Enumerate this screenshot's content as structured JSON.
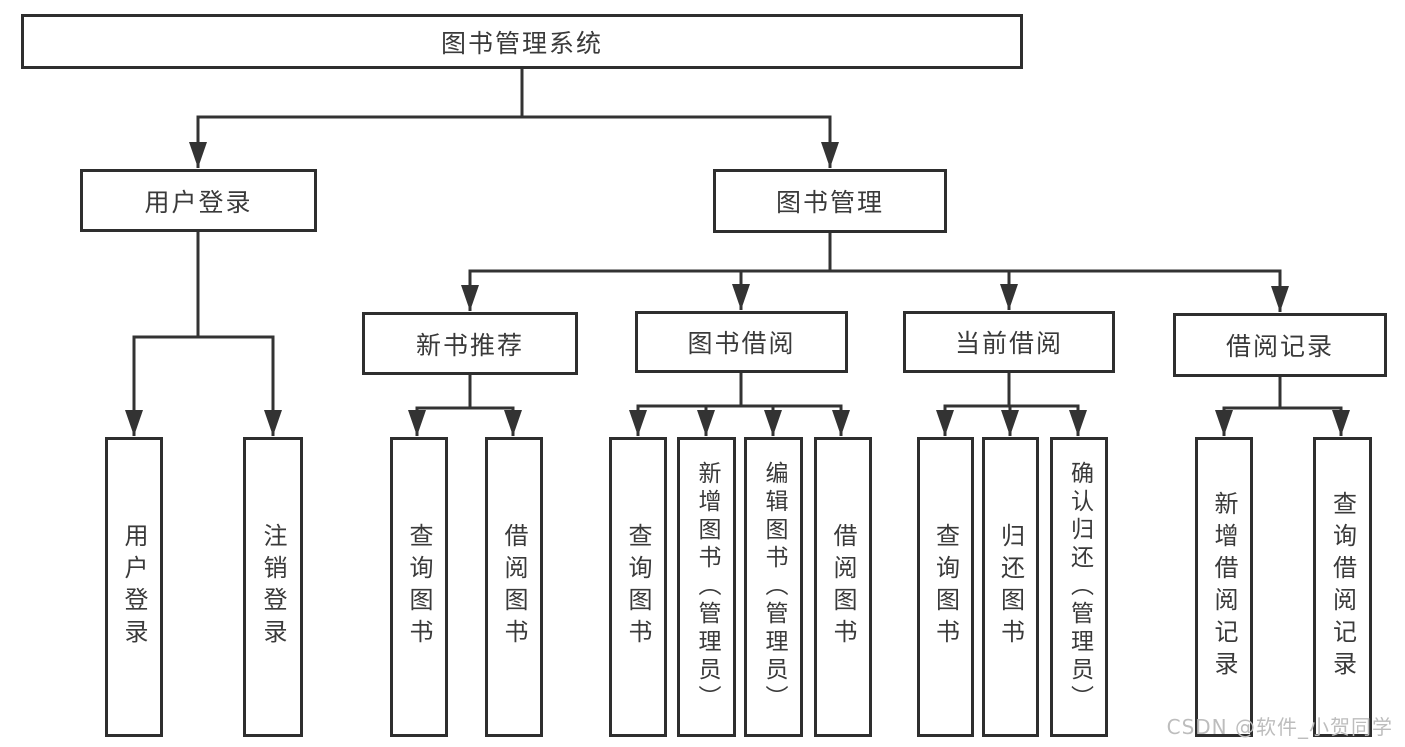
{
  "colors": {
    "line": "#333333",
    "box_border": "#2e2e2e",
    "text": "#3a3a3a",
    "background": "#ffffff",
    "watermark": "#bdbdbd"
  },
  "tree": {
    "root": {
      "label": "图书管理系统"
    },
    "children": [
      {
        "label": "用户登录",
        "children": [
          {
            "label": "用户登录"
          },
          {
            "label": "注销登录"
          }
        ]
      },
      {
        "label": "图书管理",
        "children": [
          {
            "label": "新书推荐",
            "children": [
              {
                "label": "查询图书"
              },
              {
                "label": "借阅图书"
              }
            ]
          },
          {
            "label": "图书借阅",
            "children": [
              {
                "label": "查询图书"
              },
              {
                "label": "新增图书（管理员）"
              },
              {
                "label": "编辑图书（管理员）"
              },
              {
                "label": "借阅图书"
              }
            ]
          },
          {
            "label": "当前借阅",
            "children": [
              {
                "label": "查询图书"
              },
              {
                "label": "归还图书"
              },
              {
                "label": "确认归还（管理员）"
              }
            ]
          },
          {
            "label": "借阅记录",
            "children": [
              {
                "label": "新增借阅记录"
              },
              {
                "label": "查询借阅记录"
              }
            ]
          }
        ]
      }
    ]
  },
  "watermark": {
    "text": "CSDN @软件_小贺同学"
  }
}
